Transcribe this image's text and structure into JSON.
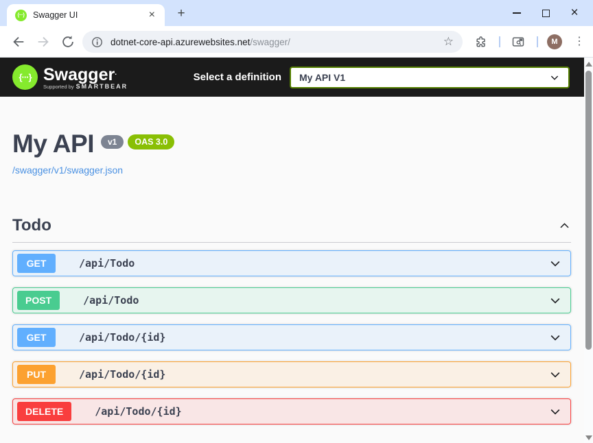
{
  "browser": {
    "tab": {
      "title": "Swagger UI",
      "close_glyph": "×"
    },
    "new_tab_glyph": "+",
    "window_controls": {
      "close_glyph": "×"
    },
    "url": {
      "host": "dotnet-core-api.azurewebsites.net",
      "path": "/swagger/"
    },
    "star_glyph": "☆",
    "kebab_glyph": "⋮",
    "avatar_letter": "M"
  },
  "topbar": {
    "logo_braces": "{···}",
    "logo_text": "Swagger",
    "logo_tm": ".",
    "supported_by": "Supported by",
    "smartbear": "SMARTBEAR",
    "select_label": "Select a definition",
    "selected_definition": "My API V1"
  },
  "info": {
    "title": "My API",
    "version_badge": "v1",
    "oas_badge": "OAS 3.0",
    "spec_link": "/swagger/v1/swagger.json"
  },
  "section": {
    "name": "Todo"
  },
  "operations": [
    {
      "method": "GET",
      "path": "/api/Todo"
    },
    {
      "method": "POST",
      "path": "/api/Todo"
    },
    {
      "method": "GET",
      "path": "/api/Todo/{id}"
    },
    {
      "method": "PUT",
      "path": "/api/Todo/{id}"
    },
    {
      "method": "DELETE",
      "path": "/api/Todo/{id}"
    }
  ],
  "colors": {
    "get": "#61affe",
    "post": "#49cc90",
    "put": "#fca130",
    "delete": "#f93e3e",
    "topbar_bg": "#1b1b1b",
    "logo_green": "#85ea2d",
    "select_border": "#547f00",
    "oas_badge": "#89bf04",
    "version_badge": "#7d8492",
    "link_blue": "#4990e2",
    "heading_text": "#3b4151",
    "titlebar_bg": "#d3e3fd"
  }
}
